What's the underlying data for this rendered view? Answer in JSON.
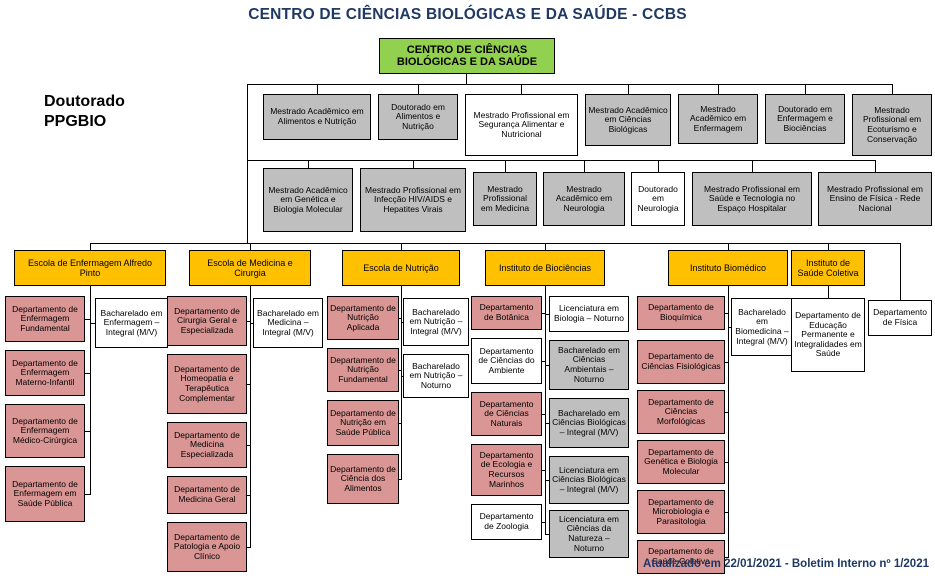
{
  "title": "CENTRO DE CIÊNCIAS BIOLÓGICAS E DA SAÚDE - CCBS",
  "root": "CENTRO DE CIÊNCIAS BIOLÓGICAS E DA SAÚDE",
  "side_label": {
    "line1": "Doutorado",
    "line2": "PPGBIO"
  },
  "footer": "Atualizado em 22/01/2021 - Boletim Interno nº 1/2021",
  "palette": {
    "root_green": "#92d050",
    "program_gray": "#bfbfbf",
    "unit_yellow": "#ffc000",
    "department_pink": "#d99694",
    "plain_white": "#ffffff",
    "title_navy": "#1f3864"
  },
  "programs_row1": [
    "Mestrado Acadêmico em Alimentos e Nutrição",
    "Doutorado em Alimentos e Nutrição",
    "Mestrado Profissional em Segurança Alimentar e Nutricional",
    "Mestrado Acadêmico em Ciências Biológicas",
    "Mestrado Acadêmico em Enfermagem",
    "Doutorado em Enfermagem e Biociências",
    "Mestrado Profissional em Ecoturismo e Conservação"
  ],
  "programs_row2": [
    "Mestrado Acadêmico em Genética e Biologia Molecular",
    "Mestrado Profissional em Infecção HIV/AIDS e Hepatites Virais",
    "Mestrado Profissional em Medicina",
    "Mestrado Acadêmico em Neurologia",
    "Doutorado em Neurologia",
    "Mestrado Profissional em Saúde e Tecnologia no Espaço Hospitalar",
    "Mestrado Profissional em Ensino de Física - Rede Nacional"
  ],
  "units": [
    "Escola de Enfermagem Alfredo Pinto",
    "Escola de Medicina e Cirurgia",
    "Escola de Nutrição",
    "Instituto de Biociências",
    "Instituto Biomédico",
    "Instituto de Saúde Coletiva"
  ],
  "enfermagem": {
    "departments": [
      "Departamento de Enfermagem Fundamental",
      "Departamento de Enfermagem Materno-Infantil",
      "Departamento de Enfermagem Médico-Cirúrgica",
      "Departamento de Enfermagem em Saúde Pública"
    ],
    "courses": [
      "Bacharelado em Enfermagem – Integral (M/V)"
    ]
  },
  "medicina": {
    "departments": [
      "Departamento de Cirurgia Geral e Especializada",
      "Departamento de Homeopatia e Terapêutica Complementar",
      "Departamento de Medicina Especializada",
      "Departamento de Medicina Geral",
      "Departamento de Patologia e Apoio Clínico"
    ],
    "courses": [
      "Bacharelado em Medicina – Integral (M/V)"
    ]
  },
  "nutricao": {
    "departments": [
      "Departamento de Nutrição Aplicada",
      "Departamento de Nutrição Fundamental",
      "Departamento de Nutrição em Saúde Pública",
      "Departamento de Ciência dos Alimentos"
    ],
    "courses": [
      "Bacharelado em Nutrição – Integral (M/V)",
      "Bacharelado em Nutrição – Noturno"
    ]
  },
  "biociencias": {
    "departments": [
      "Departamento de Botânica",
      "Departamento de Ciências do Ambiente",
      "Departamento de Ciências Naturais",
      "Departamento de Ecologia e Recursos Marinhos",
      "Departamento de Zoologia"
    ],
    "courses": [
      "Licenciatura em Biologia – Noturno",
      "Bacharelado em Ciências Ambientais – Noturno",
      "Bacharelado em Ciências Biológicas – Integral (M/V)",
      "Licenciatura em Ciências Biológicas – Integral (M/V)",
      "Licenciatura em Ciências da Natureza – Noturno"
    ]
  },
  "biomedico": {
    "departments": [
      "Departamento de Bioquímica",
      "Departamento de Ciências Fisiológicas",
      "Departamento de Ciências Morfológicas",
      "Departamento de Genética e Biologia Molecular",
      "Departamento de Microbiologia e Parasitologia",
      "Departamento de Saúde Coletiva"
    ],
    "courses": [
      "Bacharelado em Biomedicina – Integral (M/V)"
    ]
  },
  "saude_coletiva": {
    "departments": [
      "Departamento de Educação Permanente e Integralidades em Saúde"
    ]
  },
  "fisica": "Departamento de Física"
}
